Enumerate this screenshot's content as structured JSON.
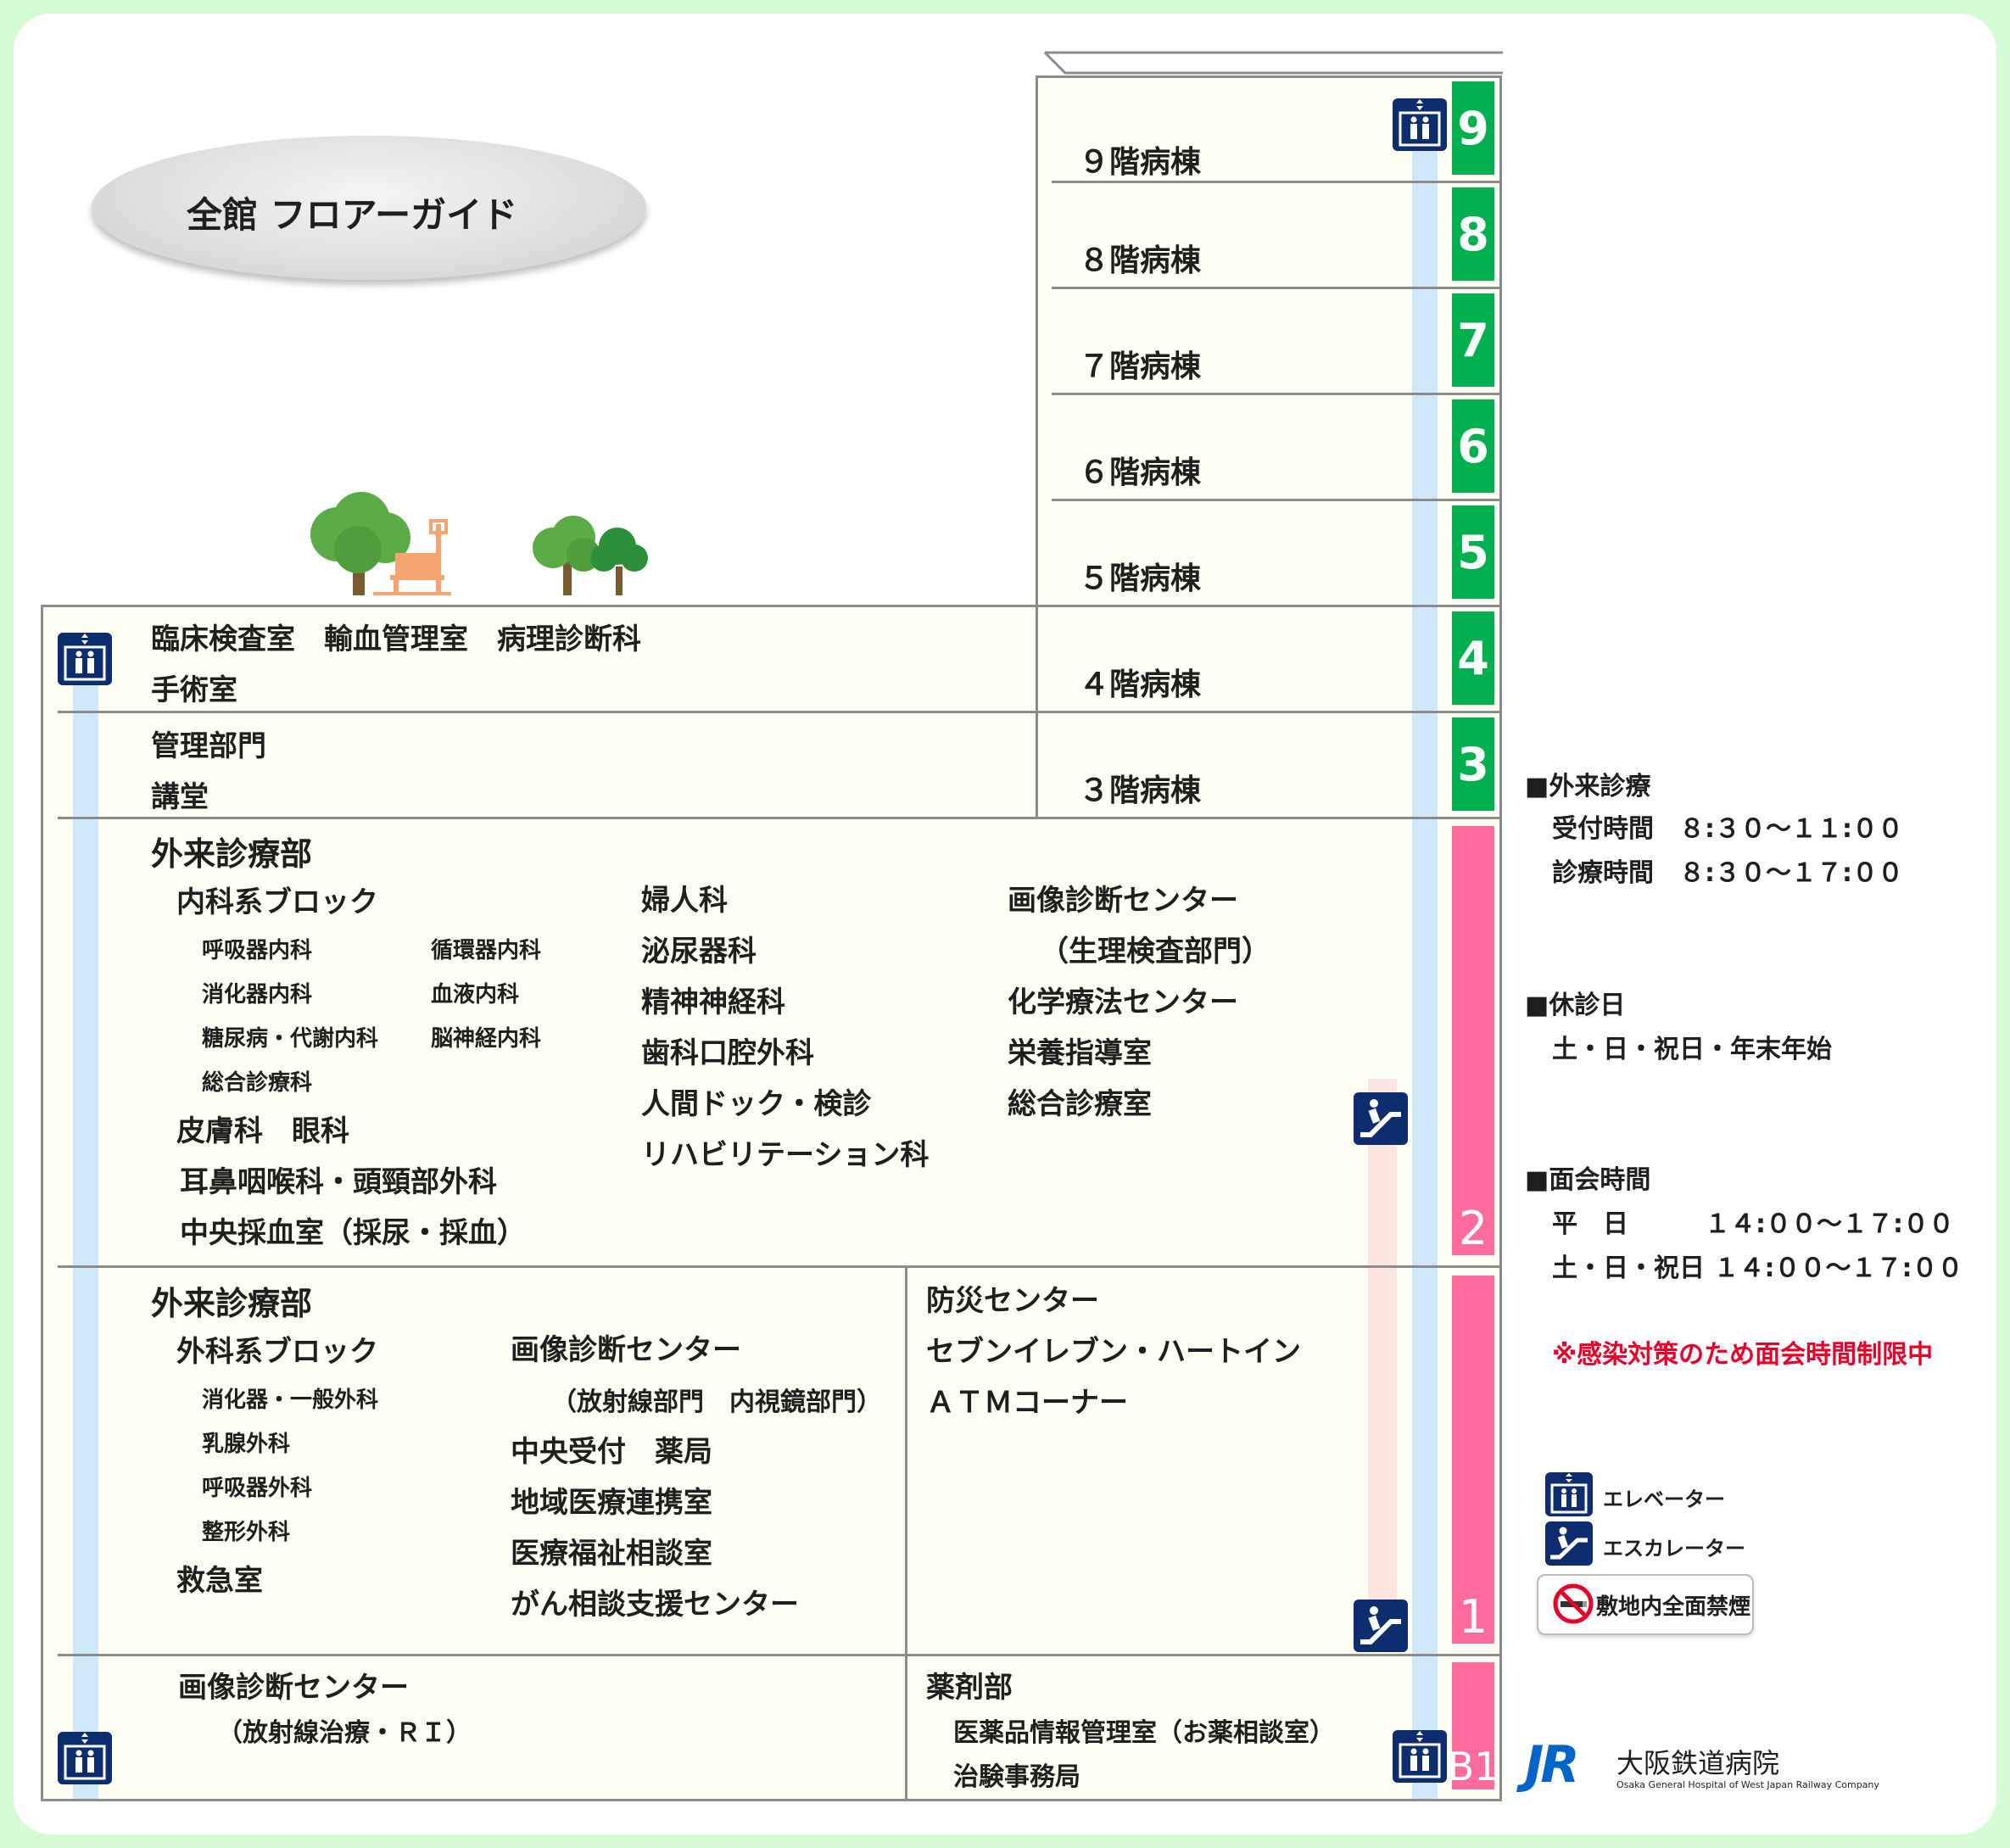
{
  "title": "全館 フロアーガイド",
  "tower_floors": [
    {
      "num": "9",
      "label": "９階病棟"
    },
    {
      "num": "8",
      "label": "８階病棟"
    },
    {
      "num": "7",
      "label": "７階病棟"
    },
    {
      "num": "6",
      "label": "６階病棟"
    },
    {
      "num": "5",
      "label": "５階病棟"
    },
    {
      "num": "4",
      "label": "４階病棟"
    },
    {
      "num": "3",
      "label": "３階病棟"
    }
  ],
  "lower_floor_numbers": {
    "f2": "2",
    "f1": "1",
    "b1": "B1"
  },
  "floor4_left": {
    "line1": "臨床検査室　輸血管理室　病理診断科",
    "line2": "手術室"
  },
  "floor3_left": {
    "line1": "管理部門",
    "line2": "講堂"
  },
  "floor2": {
    "heading": "外来診療部",
    "block": "内科系ブロック",
    "sub_left": [
      "呼吸器内科",
      "消化器内科",
      "糖尿病・代謝内科",
      "総合診療科"
    ],
    "sub_right": [
      "循環器内科",
      "血液内科",
      "脳神経内科"
    ],
    "lower": [
      "皮膚科　眼科",
      "耳鼻咽喉科・頭頸部外科",
      "中央採血室（採尿・採血）"
    ],
    "middle": [
      "婦人科",
      "泌尿器科",
      "精神神経科",
      "歯科口腔外科",
      "人間ドック・検診",
      "リハビリテーション科"
    ],
    "right": [
      "画像診断センター",
      "（生理検査部門）",
      "化学療法センター",
      "栄養指導室",
      "総合診療室"
    ]
  },
  "floor1": {
    "heading": "外来診療部",
    "block": "外科系ブロック",
    "sub": [
      "消化器・一般外科",
      "乳腺外科",
      "呼吸器外科",
      "整形外科"
    ],
    "emergency": "救急室",
    "middle": [
      "画像診断センター",
      "（放射線部門　内視鏡部門）",
      "中央受付　薬局",
      "地域医療連携室",
      "医療福祉相談室",
      "がん相談支援センター"
    ],
    "right": [
      "防災センター",
      "セブンイレブン・ハートイン",
      "ＡＴＭコーナー"
    ]
  },
  "floorB1": {
    "left": [
      "画像診断センター",
      "（放射線治療・ＲＩ）"
    ],
    "right": [
      "薬剤部",
      "医薬品情報管理室（お薬相談室）",
      "治験事務局"
    ]
  },
  "info": {
    "outpatient_title": "■外来診療",
    "reception": "受付時間　８:３０～１１:００",
    "consultation": "診療時間　８:３０～１７:００",
    "closed_title": "■休診日",
    "closed_days": "土・日・祝日・年末年始",
    "visiting_title": "■面会時間",
    "weekday": "平　日　　　１４:００～１７:００",
    "weekend": "土・日・祝日 １４:００～１７:００",
    "notice": "※感染対策のため面会時間制限中"
  },
  "legend": {
    "elevator": "エレベーター",
    "escalator": "エスカレーター",
    "no_smoking": "敷地内全面禁煙"
  },
  "logo": {
    "mark": "JR",
    "name": "大阪鉄道病院",
    "sub": "Osaka General Hospital of West Japan Railway Company"
  },
  "colors": {
    "green": "#00b04f",
    "pink": "#ff6b9b",
    "navy": "#0d2d6e",
    "elevator_shaft": "#cfe9fa",
    "escalator_shaft": "#fde6e0",
    "tree": "#5bab46",
    "bench": "#f6a570"
  }
}
